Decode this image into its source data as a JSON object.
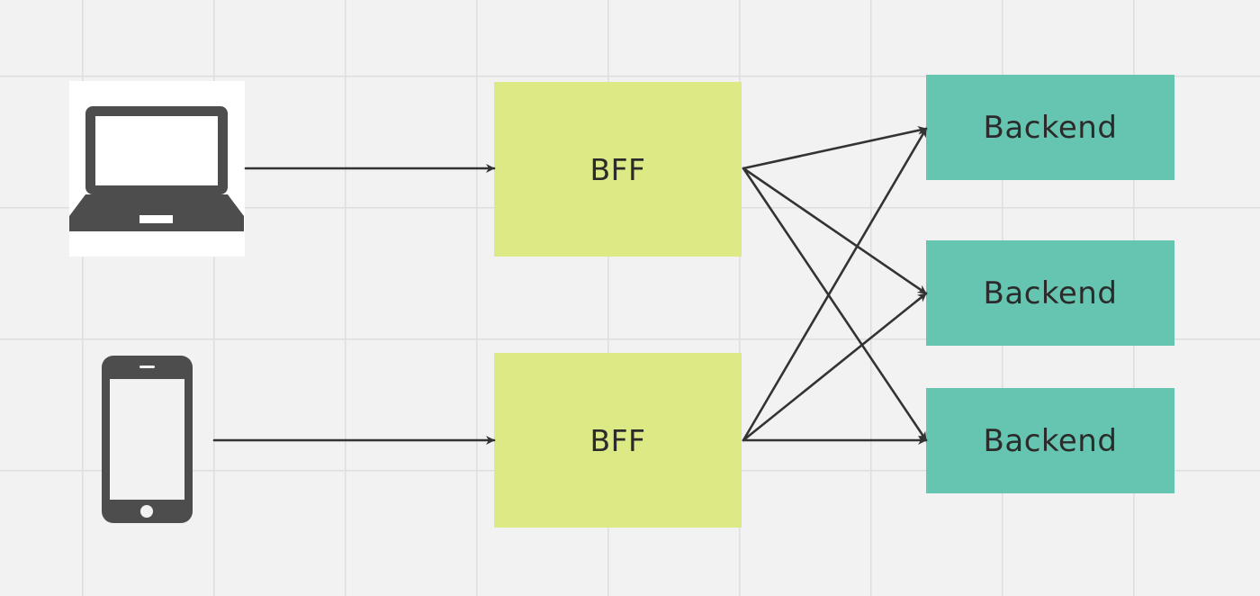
{
  "diagram": {
    "clients": [
      {
        "icon": "laptop-icon"
      },
      {
        "icon": "smartphone-icon"
      }
    ],
    "bffs": [
      {
        "label": "BFF"
      },
      {
        "label": "BFF"
      }
    ],
    "backends": [
      {
        "label": "Backend"
      },
      {
        "label": "Backend"
      },
      {
        "label": "Backend"
      }
    ],
    "colors": {
      "background": "#f2f2f2",
      "grid": "#dedede",
      "bff_fill": "#dde985",
      "backend_fill": "#66c5b0",
      "icon": "#4d4d4d",
      "arrow": "#333333"
    }
  }
}
